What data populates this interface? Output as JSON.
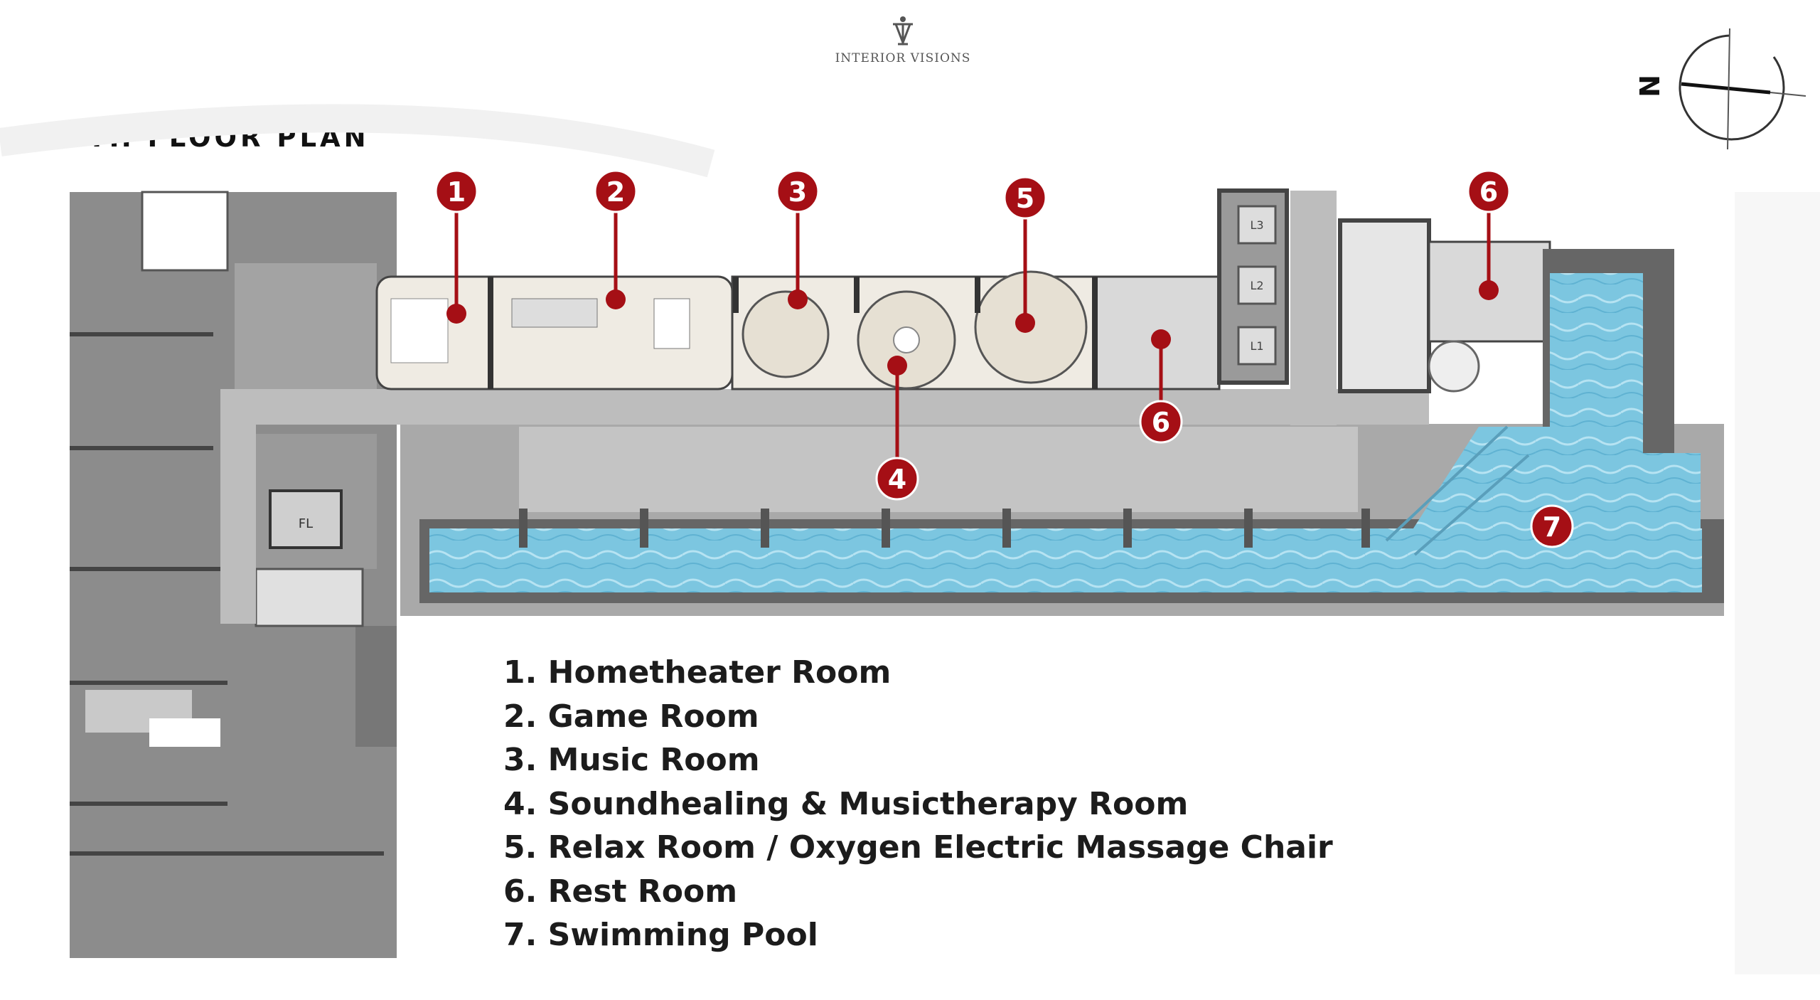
{
  "brand": {
    "name": "INTERIOR VISIONS"
  },
  "title": "34 ‘TH FLOOR PLAN",
  "compass": {
    "label": "N"
  },
  "elevators": [
    "L3",
    "L2",
    "L1"
  ],
  "fire_lift": "FL",
  "markers": [
    "1",
    "2",
    "3",
    "4",
    "5",
    "6",
    "6",
    "7"
  ],
  "legend": [
    "1. Hometheater Room",
    "2. Game Room",
    "3. Music Room",
    "4. Soundhealing & Musictherapy Room",
    "5. Relax Room / Oxygen Electric Massage Chair",
    "6. Rest Room",
    "7. Swimming Pool"
  ],
  "colors": {
    "marker": "#a50f15",
    "pool": "#7cc6e0",
    "building": "#8c8c8c",
    "corridor": "#bdbdbd",
    "amenity": "#efebe3"
  }
}
